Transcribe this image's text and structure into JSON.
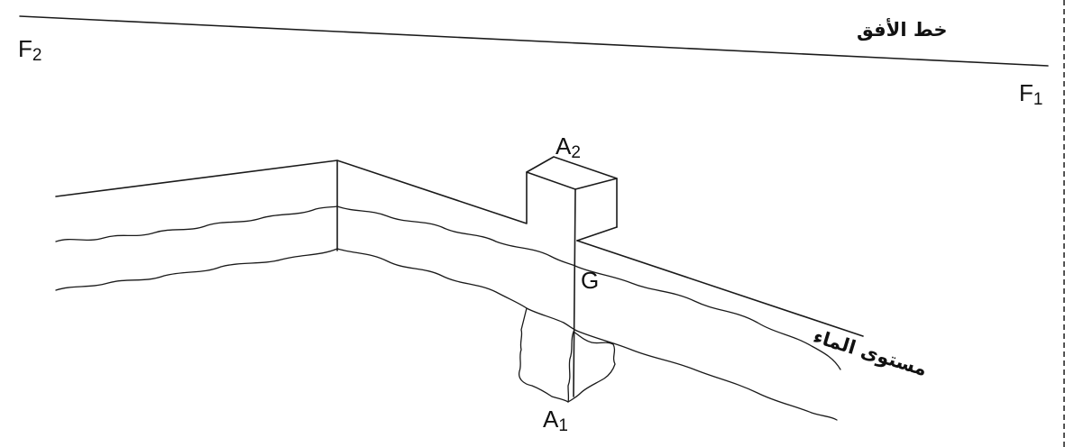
{
  "labels": {
    "horizon_line": "خط الأفق",
    "water_level": "مستوى الماء",
    "f1_main": "F",
    "f1_sub": "1",
    "f2_main": "F",
    "f2_sub": "2",
    "a1_main": "A",
    "a1_sub": "1",
    "a2_main": "A",
    "a2_sub": "2",
    "g": "G"
  }
}
